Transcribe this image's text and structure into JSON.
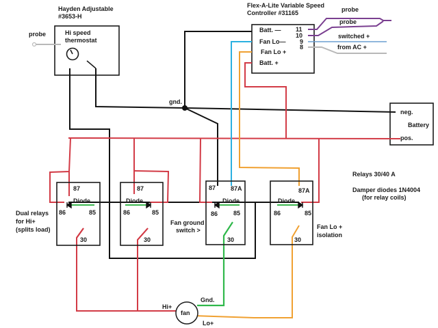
{
  "thermostat": {
    "title_line1": "Hayden Adjustable",
    "title_line2": "#3653-H",
    "label_line1": "Hi speed",
    "label_line2": "thermostat",
    "probe_label": "probe"
  },
  "controller": {
    "title_line1": "Flex-A-Lite Variable Speed",
    "title_line2": "Controller  #31165",
    "terminals": [
      {
        "label": "Batt. —",
        "pin": "11"
      },
      {
        "label": "Fan Lo—",
        "pin": "10"
      },
      {
        "label": "Fan Lo +",
        "pin": "9"
      },
      {
        "label": "Batt. +",
        "pin": "8"
      }
    ],
    "outputs": [
      {
        "label": "probe"
      },
      {
        "label": "probe"
      },
      {
        "label": "switched +"
      },
      {
        "label": "from AC +"
      }
    ]
  },
  "ground": {
    "label": "gnd."
  },
  "battery": {
    "label": "Battery",
    "neg": "neg.",
    "pos": "pos."
  },
  "relays": [
    {
      "pin87": "87",
      "diode": "Diode",
      "pin86": "86",
      "pin85": "85",
      "pin30": "30"
    },
    {
      "pin87": "87",
      "diode": "Diode",
      "pin86": "86",
      "pin85": "85",
      "pin30": "30"
    },
    {
      "pin87": "87",
      "pin87a": "87A",
      "diode": "Diode",
      "pin86": "86",
      "pin85": "85",
      "pin30": "30"
    },
    {
      "pin87a": "87A",
      "diode": "Diode",
      "pin86": "86",
      "pin85": "85",
      "pin30": "30"
    }
  ],
  "notes": {
    "dual_line1": "Dual relays",
    "dual_line2": "for Hi+",
    "dual_line3": "(splits load)",
    "fan_ground_line1": "Fan ground",
    "fan_ground_line2": "switch  >",
    "fan_lo_line1": "Fan Lo +",
    "fan_lo_line2": "isolation",
    "relays_rating": "Relays 30/40 A",
    "diodes_line1": "Damper diodes 1N4004",
    "diodes_line2": "(for relay coils)"
  },
  "fan": {
    "label": "fan",
    "hi": "Hi+",
    "gnd": "Gnd.",
    "lo": "Lo+"
  },
  "colors": {
    "wire_red": "#d23a45",
    "wire_blue": "#2ab0e0",
    "wire_orange": "#f0a030",
    "wire_green": "#2fb84a",
    "wire_purple": "#7a3f90",
    "wire_black": "#111111",
    "wire_grey": "#b8b8b8"
  }
}
